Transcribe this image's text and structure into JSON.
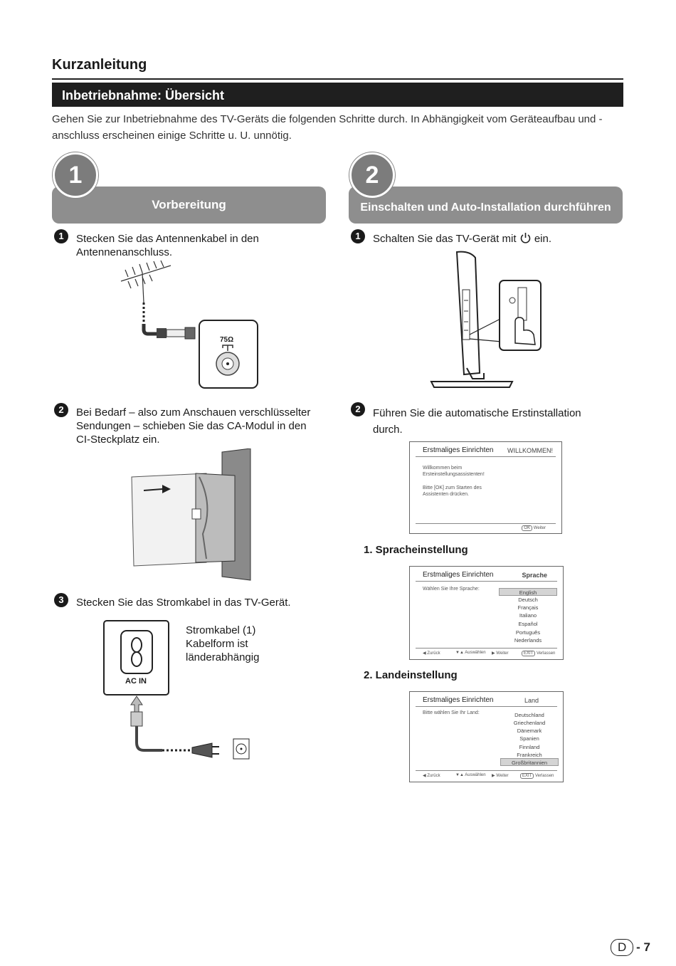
{
  "header": {
    "title": "Kurzanleitung",
    "section": "Inbetriebnahme: Übersicht",
    "intro": "Gehen Sie zur Inbetriebnahme des TV-Geräts die folgenden Schritte durch. In Abhängigkeit vom Geräteaufbau und -anschluss erscheinen einige Schritte u. U. unnötig."
  },
  "step1": {
    "number": "1",
    "title": "Vorbereitung",
    "items": [
      {
        "num": "1",
        "text": "Stecken Sie das Antennenkabel in den Antennenanschluss."
      },
      {
        "num": "2",
        "text": "Bei Bedarf – also zum Anschauen verschlüsselter Sendungen – schieben Sie das CA-Modul in den CI-Steckplatz ein."
      },
      {
        "num": "3",
        "text": "Stecken Sie das Stromkabel in das TV-Gerät."
      }
    ],
    "antenna_label": "75Ω",
    "power_caption": [
      "Stromkabel (1)",
      "Kabelform ist",
      "länderabhängig"
    ],
    "ac_in": "AC IN"
  },
  "step2": {
    "number": "2",
    "title": "Einschalten und Auto-Installation durchführen",
    "item1_before": "Schalten Sie das TV-Gerät mit",
    "item1_after": "ein.",
    "item1_num": "1",
    "item2_num": "2",
    "item2": "Führen Sie die automatische Erstinstallation durch.",
    "welcome_screen": {
      "title": "Erstmaliges Einrichten",
      "right": "WILLKOMMEN!",
      "line1": "Willkommen beim",
      "line2": "Ersteinstellungsassistenten!",
      "line3": "Bitte [OK] zum Starten des",
      "line4": "Assistenten drücken.",
      "ok_key": "OK",
      "ok_label": "Weiter"
    },
    "lang_heading": "1. Spracheinstellung",
    "lang_screen": {
      "title": "Erstmaliges Einrichten",
      "right": "Sprache",
      "prompt": "Wählen Sie Ihre Sprache:",
      "options": [
        "English",
        "Deutsch",
        "Français",
        "Italiano",
        "Español",
        "Português",
        "Nederlands"
      ],
      "selected": "English"
    },
    "country_heading": "2. Landeinstellung",
    "country_screen": {
      "title": "Erstmaliges Einrichten",
      "right": "Land",
      "prompt": "Bitte wählen Sie Ihr Land:",
      "options": [
        "Deutschland",
        "Griechenland",
        "Dänemark",
        "Spanien",
        "Finnland",
        "Frankreich",
        "Großbritannien"
      ],
      "selected": "Großbritannien"
    },
    "footer": {
      "back": "Zurück",
      "select": "Auswählen",
      "next": "Weiter",
      "exit_key": "EXIT",
      "exit": "Verlassen"
    }
  },
  "page": {
    "badge": "D",
    "number": "- 7"
  }
}
